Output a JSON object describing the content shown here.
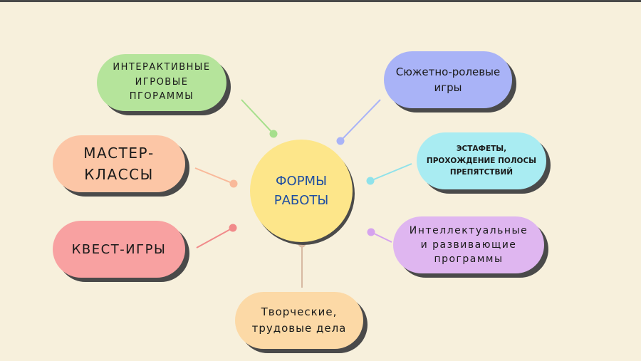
{
  "diagram": {
    "center": {
      "label": "ФОРМЫ\nРАБОТЫ",
      "color": "#fde68a",
      "text_color": "#1f4ea1"
    },
    "nodes": [
      {
        "id": "interactive",
        "label": "ИНТЕРАКТИВНЫЕ\nИГРОВЫЕ\nПГОРАММЫ",
        "color": "#b5e49b",
        "link_color": "#a6df8c"
      },
      {
        "id": "role-play",
        "label": "Сюжетно-ролевые\nигры",
        "color": "#a9b3f7",
        "link_color": "#a9b3f7"
      },
      {
        "id": "master-class",
        "label": "МАСТЕР-\nКЛАССЫ",
        "color": "#fcc6a6",
        "link_color": "#f9b99a"
      },
      {
        "id": "relay",
        "label": "ЭСТАФЕТЫ,\nПРОХОЖДЕНИЕ ПОЛОСЫ\nПРЕПЯТСТВИЙ",
        "color": "#a9ecf2",
        "link_color": "#8fe2ea"
      },
      {
        "id": "quest",
        "label": "КВЕСТ-ИГРЫ",
        "color": "#f8a1a1",
        "link_color": "#f18a8a"
      },
      {
        "id": "intellectual",
        "label": "Интеллектуальные\nи развивающие\nпрограммы",
        "color": "#dfb6f0",
        "link_color": "#d6a3ee"
      },
      {
        "id": "creative",
        "label": "Творческие,\nтрудовые дела",
        "color": "#fcd9a6",
        "link_color": "#d7b9a2"
      }
    ]
  }
}
